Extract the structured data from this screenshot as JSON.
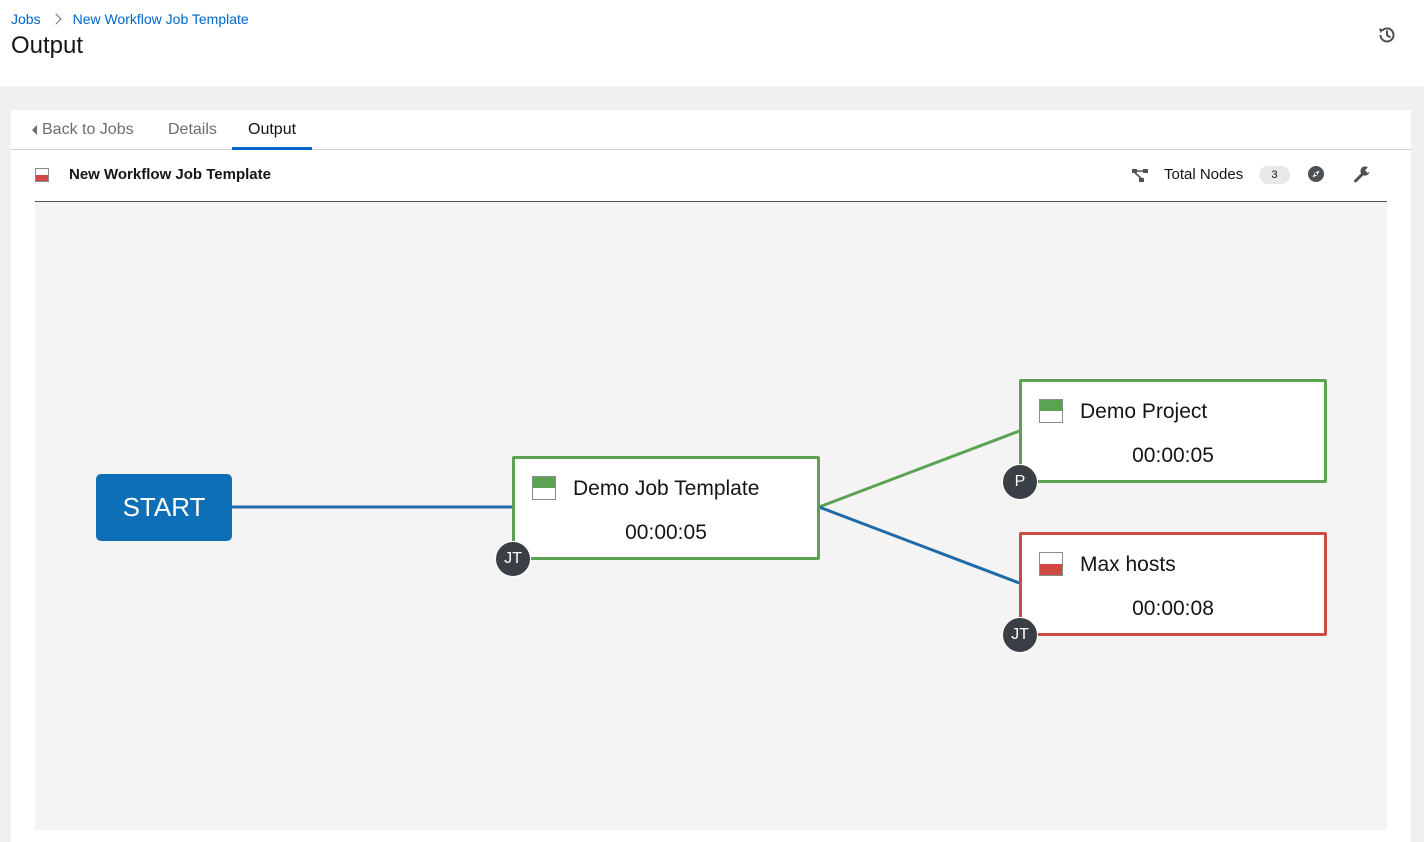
{
  "breadcrumb": {
    "jobs": "Jobs",
    "current": "New Workflow Job Template"
  },
  "page": {
    "title": "Output"
  },
  "tabs": {
    "back": "Back to Jobs",
    "details": "Details",
    "output": "Output"
  },
  "workflow": {
    "name": "New Workflow Job Template",
    "status": "failed",
    "total_nodes_label": "Total Nodes",
    "total_nodes": "3"
  },
  "graph": {
    "start_label": "START",
    "nodes": [
      {
        "label": "Demo Job Template",
        "elapsed": "00:00:05",
        "type": "JT",
        "status": "successful"
      },
      {
        "label": "Demo Project",
        "elapsed": "00:00:05",
        "type": "P",
        "status": "successful"
      },
      {
        "label": "Max hosts",
        "elapsed": "00:00:08",
        "type": "JT",
        "status": "failed"
      }
    ],
    "links": [
      {
        "from": "START",
        "to": "Demo Job Template",
        "kind": "always"
      },
      {
        "from": "Demo Job Template",
        "to": "Demo Project",
        "kind": "success"
      },
      {
        "from": "Demo Job Template",
        "to": "Max hosts",
        "kind": "always"
      }
    ]
  },
  "colors": {
    "link": "#06c",
    "start": "#0f6fb6",
    "success": "#5ba352",
    "failed": "#cf4945",
    "always_link": "#1f6aa8"
  },
  "icons": [
    "history-icon",
    "caret-left-icon",
    "workflow-nodes-icon",
    "compass-icon",
    "wrench-icon",
    "status-icon"
  ]
}
